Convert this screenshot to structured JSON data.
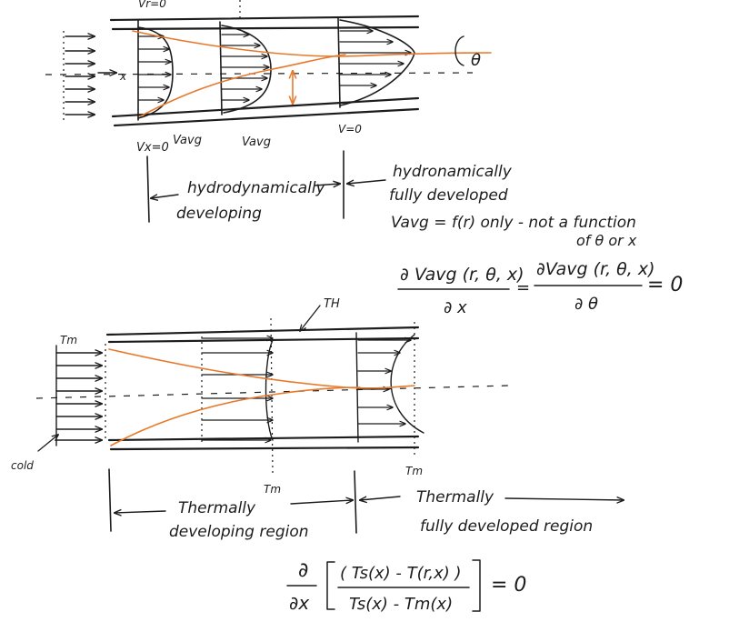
{
  "colors": {
    "ink": "#1c1c1c",
    "accent": "#e8792a",
    "background": "#ffffff"
  },
  "hydro": {
    "top_vr": "Vr=0",
    "x_axis": "x",
    "theta_symbol": "θ",
    "vx0": "Vx=0",
    "vavg_1": "Vavg",
    "vavg_2": "Vavg",
    "v0": "V=0",
    "developing_1": "hydrodynamically",
    "developing_2": "developing",
    "developed_1": "hydronamically",
    "developed_2": "fully developed",
    "statement": "Vavg = f(r) only - not a function",
    "statement_2": "of θ or x",
    "eq_lhs_num": "∂ Vavg (r, θ, x)",
    "eq_lhs_den": "∂ x",
    "eq_mid": "=",
    "eq_rhs_num": "∂Vavg (r, θ, x)",
    "eq_rhs_den": "∂ θ",
    "eq_zero": "= 0"
  },
  "thermal": {
    "th": "TH",
    "tm_inlet": "Tm",
    "cold": "cold",
    "tm_mid": "Tm",
    "tm_right": "Tm",
    "developing_1": "Thermally",
    "developing_2": "developing region",
    "developed_1": "Thermally",
    "developed_2": "fully developed region"
  },
  "equation": {
    "partial": "∂",
    "dx": "∂x",
    "numerator": "( Ts(x) - T(r,x) )",
    "denominator": "Ts(x) - Tm(x)",
    "equals_zero": "= 0"
  }
}
